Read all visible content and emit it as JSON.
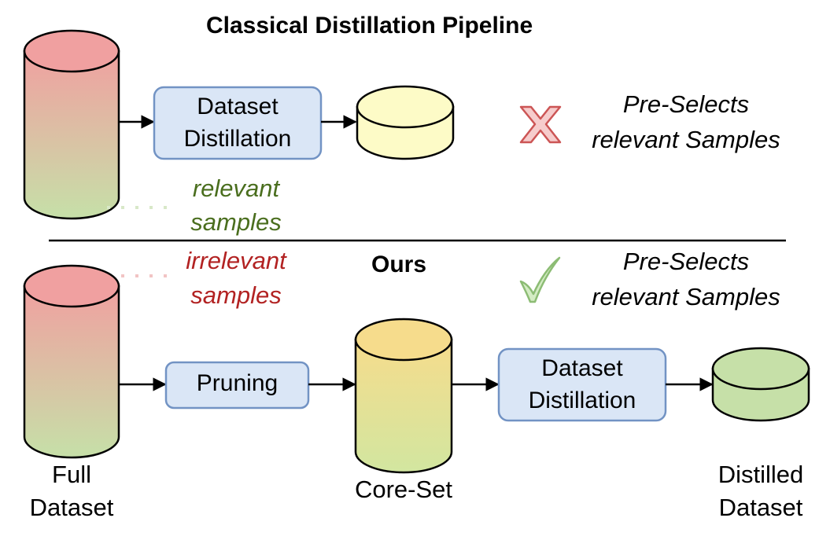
{
  "top_title": "Classical Distillation Pipeline",
  "bottom_title": "Ours",
  "top_pipeline": {
    "distill_box": [
      "Dataset",
      "Distillation"
    ],
    "note": [
      "Pre-Selects",
      "relevant Samples"
    ],
    "status_icon": "cross-icon"
  },
  "bottom_pipeline": {
    "pruning_box": "Pruning",
    "distill_box": [
      "Dataset",
      "Distillation"
    ],
    "note": [
      "Pre-Selects",
      "relevant Samples"
    ],
    "status_icon": "check-icon"
  },
  "legend": {
    "relevant": [
      "relevant",
      "samples"
    ],
    "irrelevant": [
      "irrelevant",
      "samples"
    ],
    "relevant_color": "#4a6e1e",
    "irrelevant_color": "#b22222"
  },
  "captions": {
    "full": [
      "Full",
      "Dataset"
    ],
    "core": "Core-Set",
    "distilled": [
      "Distilled",
      "Dataset"
    ]
  },
  "colors": {
    "cylinder_red": "#f0a0a0",
    "cylinder_green": "#c6e0a8",
    "cylinder_yellow": "#fdfbc7",
    "core_top": "#f6dc8c",
    "box_fill": "#dae6f6",
    "box_stroke": "#7293c4"
  }
}
